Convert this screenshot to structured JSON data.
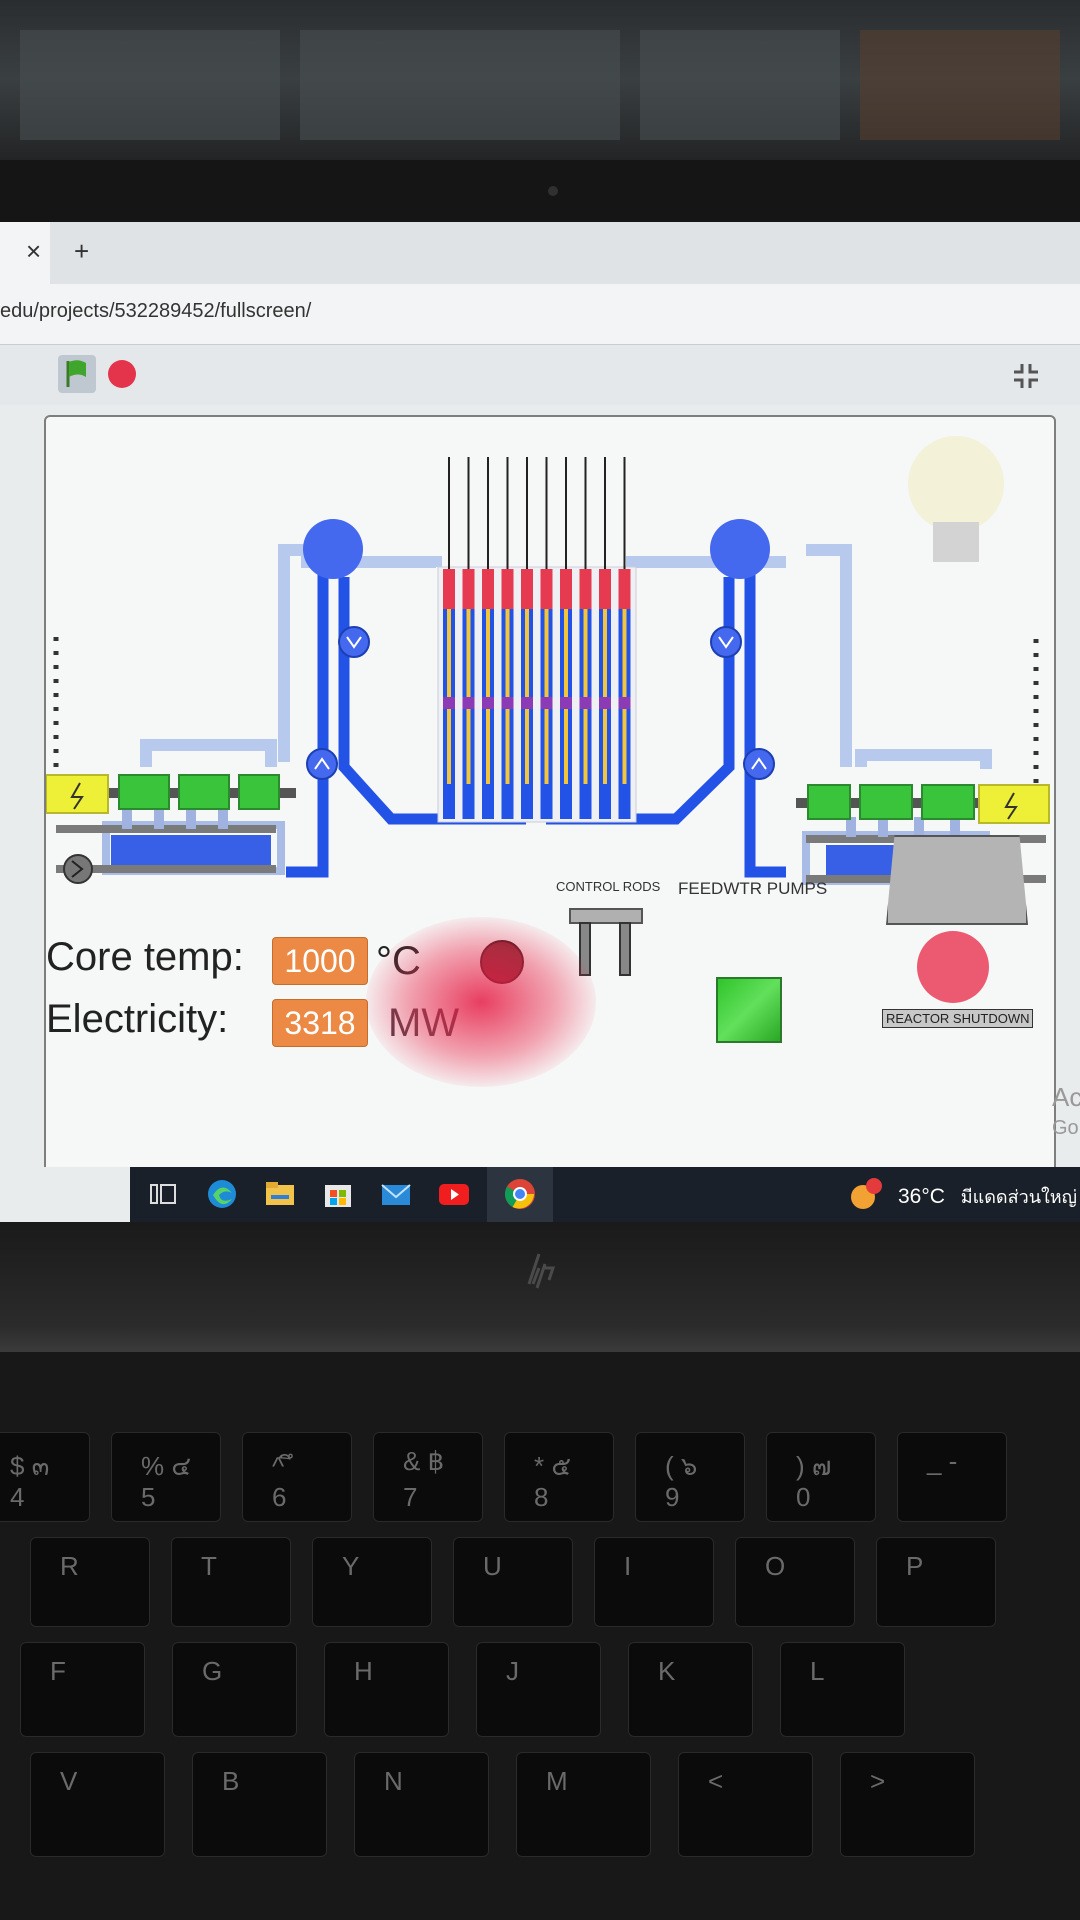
{
  "browser": {
    "tab_close": "×",
    "tab_add": "+",
    "url": "edu/projects/532289452/fullscreen/"
  },
  "labels": {
    "control_rods": "CONTROL RODS",
    "feedwtr_pumps": "FEEDWTR PUMPS",
    "reactor_shutdown": "REACTOR SHUTDOWN",
    "core_temp": "Core temp:",
    "core_temp_unit": "°C",
    "electricity": "Electricity:",
    "electricity_unit": "MW",
    "edge_text_1": "Ac",
    "edge_text_2": "Go"
  },
  "readouts": {
    "core_temp_value": "1000",
    "electricity_value": "3318"
  },
  "taskbar": {
    "weather_temp": "36°C",
    "weather_desc": "มีแดดส่วนใหญ่",
    "icons": [
      "task-view-icon",
      "edge-icon",
      "file-explorer-icon",
      "store-icon",
      "mail-icon",
      "youtube-icon",
      "chrome-icon"
    ]
  },
  "keyboard": {
    "row1": [
      "$ ๓",
      "% ๔",
      "^ ึ",
      "& ฿",
      "* ๕",
      "( ๖",
      ") ๗",
      "_ -"
    ],
    "row1_main": [
      "4",
      "5",
      "6",
      "7",
      "8",
      "9",
      "0"
    ],
    "row2": [
      "R",
      "T",
      "Y",
      "U",
      "I",
      "O",
      "P"
    ],
    "row3": [
      "F",
      "G",
      "H",
      "J",
      "K",
      "L"
    ],
    "row4": [
      "V",
      "B",
      "N",
      "M",
      "<",
      ">"
    ]
  },
  "colors": {
    "pipe_dark": "#2252e6",
    "pipe_light": "#b8c9ee",
    "pump": "#4468ee",
    "turbine": "#39c43c",
    "generator": "#eef037",
    "rod_red": "#e53a4f",
    "rod_yellow": "#f2c53a",
    "rod_purple": "#8a3bb5",
    "readout": "#ec8a45",
    "shutdown_button": "#ec5a72",
    "feedwater_indicator": "#3ec93a"
  }
}
